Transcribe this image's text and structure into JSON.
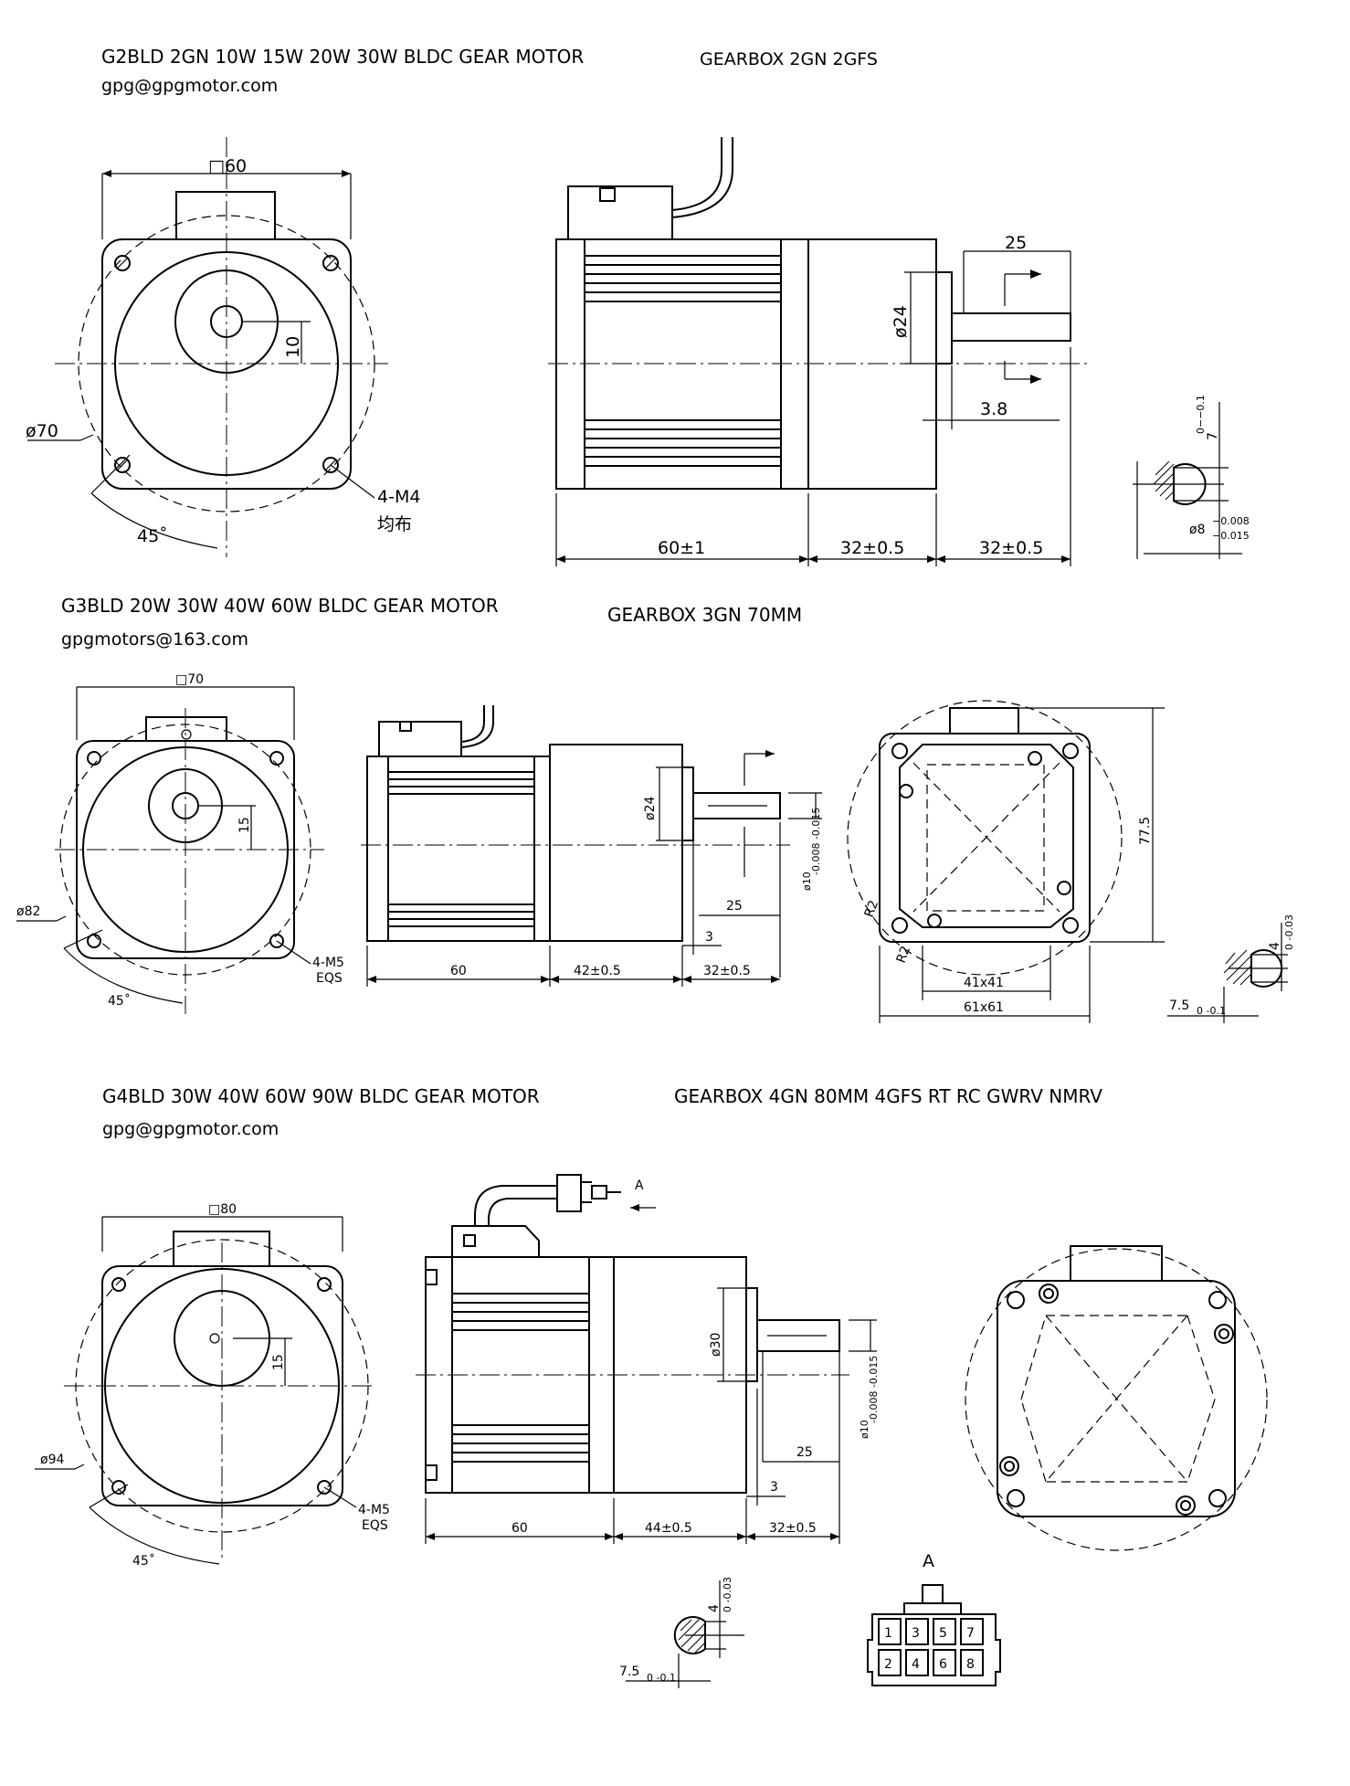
{
  "sections": {
    "g2": {
      "title": "G2BLD 2GN 10W 15W 20W 30W  BLDC GEAR MOTOR",
      "email": "gpg@gpgmotor.com",
      "gearbox_title": "GEARBOX 2GN 2GFS",
      "dims": {
        "square": "□60",
        "shaft_offset": "10",
        "pcd": "ø70",
        "holes": "4-M4",
        "holes_note": "均布",
        "angle": "45˚",
        "shaft_len": "25",
        "pilot": "ø24",
        "key_gap": "3.8",
        "motor_len": "60±1",
        "gear_len": "32±0.5",
        "out_len": "32±0.5",
        "key_h": "7",
        "key_h_tol": "0−−0.1",
        "shaft_dia": "ø8",
        "shaft_dia_tol_upper": "−0.008",
        "shaft_dia_tol_lower": "−0.015"
      }
    },
    "g3": {
      "title": "G3BLD 20W 30W 40W 60W BLDC GEAR MOTOR",
      "email": "gpgmotors@163.com",
      "gearbox_title": "GEARBOX 3GN 70MM",
      "dims": {
        "square": "□70",
        "shaft_offset": "15",
        "pcd": "ø82",
        "holes": "4-M5",
        "holes_note": "EQS",
        "angle": "45˚",
        "pilot": "ø24",
        "shaft_dia": "ø10",
        "shaft_dia_tol": "-0.008 -0.015",
        "shaft_len": "25",
        "key_gap": "3",
        "motor_len": "60",
        "gear_len": "42±0.5",
        "out_len": "32±0.5",
        "height": "77.5",
        "r1": "R2",
        "r2": "R2",
        "inner_sq": "41x41",
        "outer_sq": "61x61",
        "key_w": "4",
        "key_w_tol": "0 -0.03",
        "key_h": "7.5",
        "key_h_tol": "0 -0.1"
      }
    },
    "g4": {
      "title": "G4BLD 30W 40W 60W 90W BLDC GEAR MOTOR",
      "email": "gpg@gpgmotor.com",
      "gearbox_title": "GEARBOX 4GN 80MM 4GFS RT RC GWRV NMRV",
      "dims": {
        "square": "□80",
        "shaft_offset": "15",
        "pcd": "ø94",
        "holes": "4-M5",
        "holes_note": "EQS",
        "angle": "45˚",
        "view_mark": "A",
        "pilot": "ø30",
        "shaft_dia": "ø10",
        "shaft_dia_tol": "-0.008 -0.015",
        "shaft_len": "25",
        "key_gap": "3",
        "motor_len": "60",
        "gear_len": "44±0.5",
        "out_len": "32±0.5",
        "key_w": "4",
        "key_w_tol": "0 -0.03",
        "key_h": "7.5",
        "key_h_tol": "0 -0.1",
        "connector_label": "A",
        "pins": [
          "1",
          "3",
          "5",
          "7",
          "2",
          "4",
          "6",
          "8"
        ]
      }
    }
  }
}
